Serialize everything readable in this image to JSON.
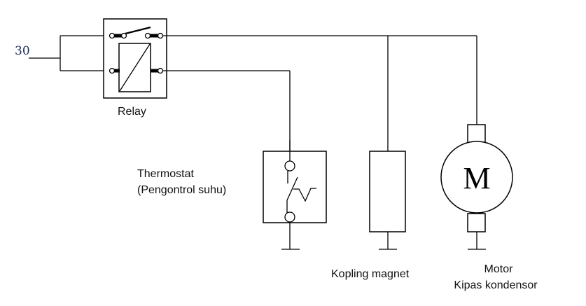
{
  "diagram": {
    "type": "electrical-wiring-schematic",
    "input": {
      "label": "30"
    },
    "components": {
      "relay": {
        "label": "Relay"
      },
      "thermostat": {
        "label_line1": "Thermostat",
        "label_line2": "(Pengontrol suhu)"
      },
      "clutch": {
        "label": "Kopling magnet"
      },
      "motor": {
        "symbol": "M",
        "label_line1": "Motor",
        "label_line2": "Kipas kondensor"
      }
    },
    "colors": {
      "line": "#000000",
      "input_label": "#1a2a5a",
      "background": "#ffffff"
    }
  }
}
